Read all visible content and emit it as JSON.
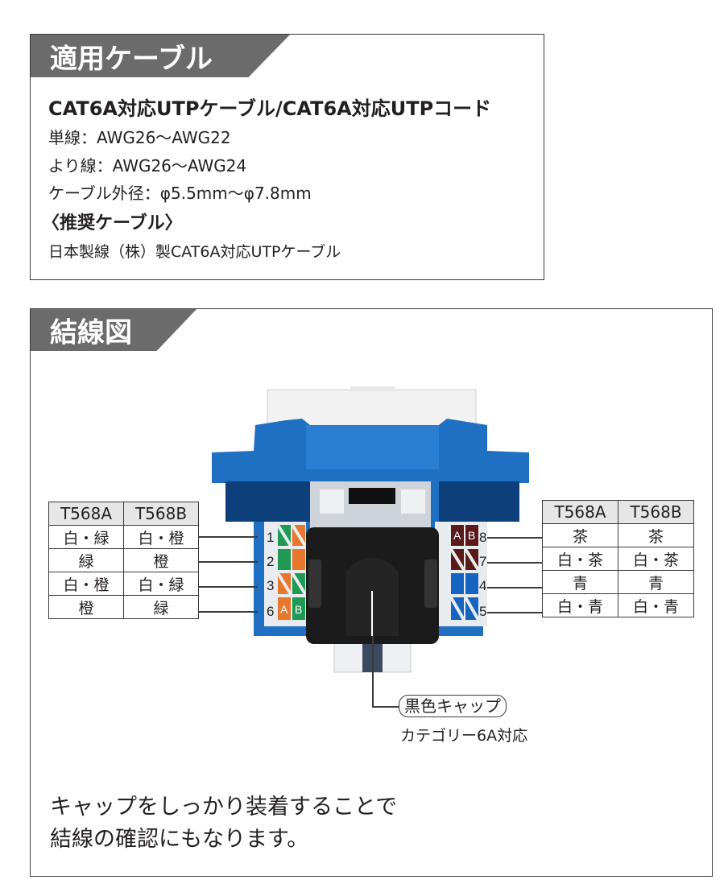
{
  "section1": {
    "title": "適用ケーブル",
    "heading": "CAT6A対応UTPケーブル/CAT6A対応UTPコード",
    "lines": [
      "単線：AWG26〜AWG22",
      "より線：AWG26〜AWG24",
      "ケーブル外径：φ5.5mm〜φ7.8mm"
    ],
    "recommended_heading": "〈推奨ケーブル〉",
    "recommended_text": "日本製線（株）製CAT6A対応UTPケーブル"
  },
  "section2": {
    "title": "結線図",
    "left_table": {
      "headers": [
        "T568A",
        "T568B"
      ],
      "rows": [
        {
          "pin": "1",
          "a": "白・緑",
          "b": "白・橙"
        },
        {
          "pin": "2",
          "a": "緑",
          "b": "橙"
        },
        {
          "pin": "3",
          "a": "白・橙",
          "b": "白・緑"
        },
        {
          "pin": "6",
          "a": "橙",
          "b": "緑"
        }
      ]
    },
    "right_table": {
      "headers": [
        "T568A",
        "T568B"
      ],
      "rows": [
        {
          "pin": "8",
          "a": "茶",
          "b": "茶"
        },
        {
          "pin": "7",
          "a": "白・茶",
          "b": "白・茶"
        },
        {
          "pin": "4",
          "a": "青",
          "b": "青"
        },
        {
          "pin": "5",
          "a": "白・青",
          "b": "白・青"
        }
      ]
    },
    "jack": {
      "left_labels": [
        "1",
        "2",
        "3",
        "6"
      ],
      "right_labels": [
        "8",
        "7",
        "4",
        "5"
      ],
      "left_ab": [
        "A",
        "B"
      ],
      "right_ab": [
        "A",
        "B"
      ],
      "colors": {
        "body_blue": "#1f6fc2",
        "green": "#1e9a55",
        "orange": "#e8772e",
        "brown": "#5a1a1a",
        "blue": "#1565c0",
        "cap": "#1b1b1b"
      }
    },
    "cap_callout": "黒色キャップ",
    "cap_sub": "カテゴリー6A対応",
    "note_lines": [
      "キャップをしっかり装着することで",
      "結線の確認にもなります。"
    ]
  }
}
